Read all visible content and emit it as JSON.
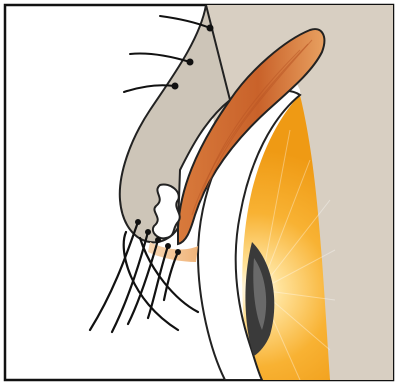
{
  "figure": {
    "subject": "eyelid-cross-section",
    "colors": {
      "frame": "#111111",
      "backdrop": "#d8cfc2",
      "skin": "#cdc5b8",
      "muscle": "#cc6e35",
      "muscle_edge": "#e39a5c",
      "eyeball": "#ffffff",
      "iris_glow": "#f5a623",
      "pupil": "#2f2f2f",
      "outline": "#222222"
    },
    "parts": [
      "eyelid-skin",
      "eyelid-muscle",
      "lid-margin-gland",
      "eyelashes",
      "brow-hairs",
      "eyeball",
      "lens"
    ]
  }
}
